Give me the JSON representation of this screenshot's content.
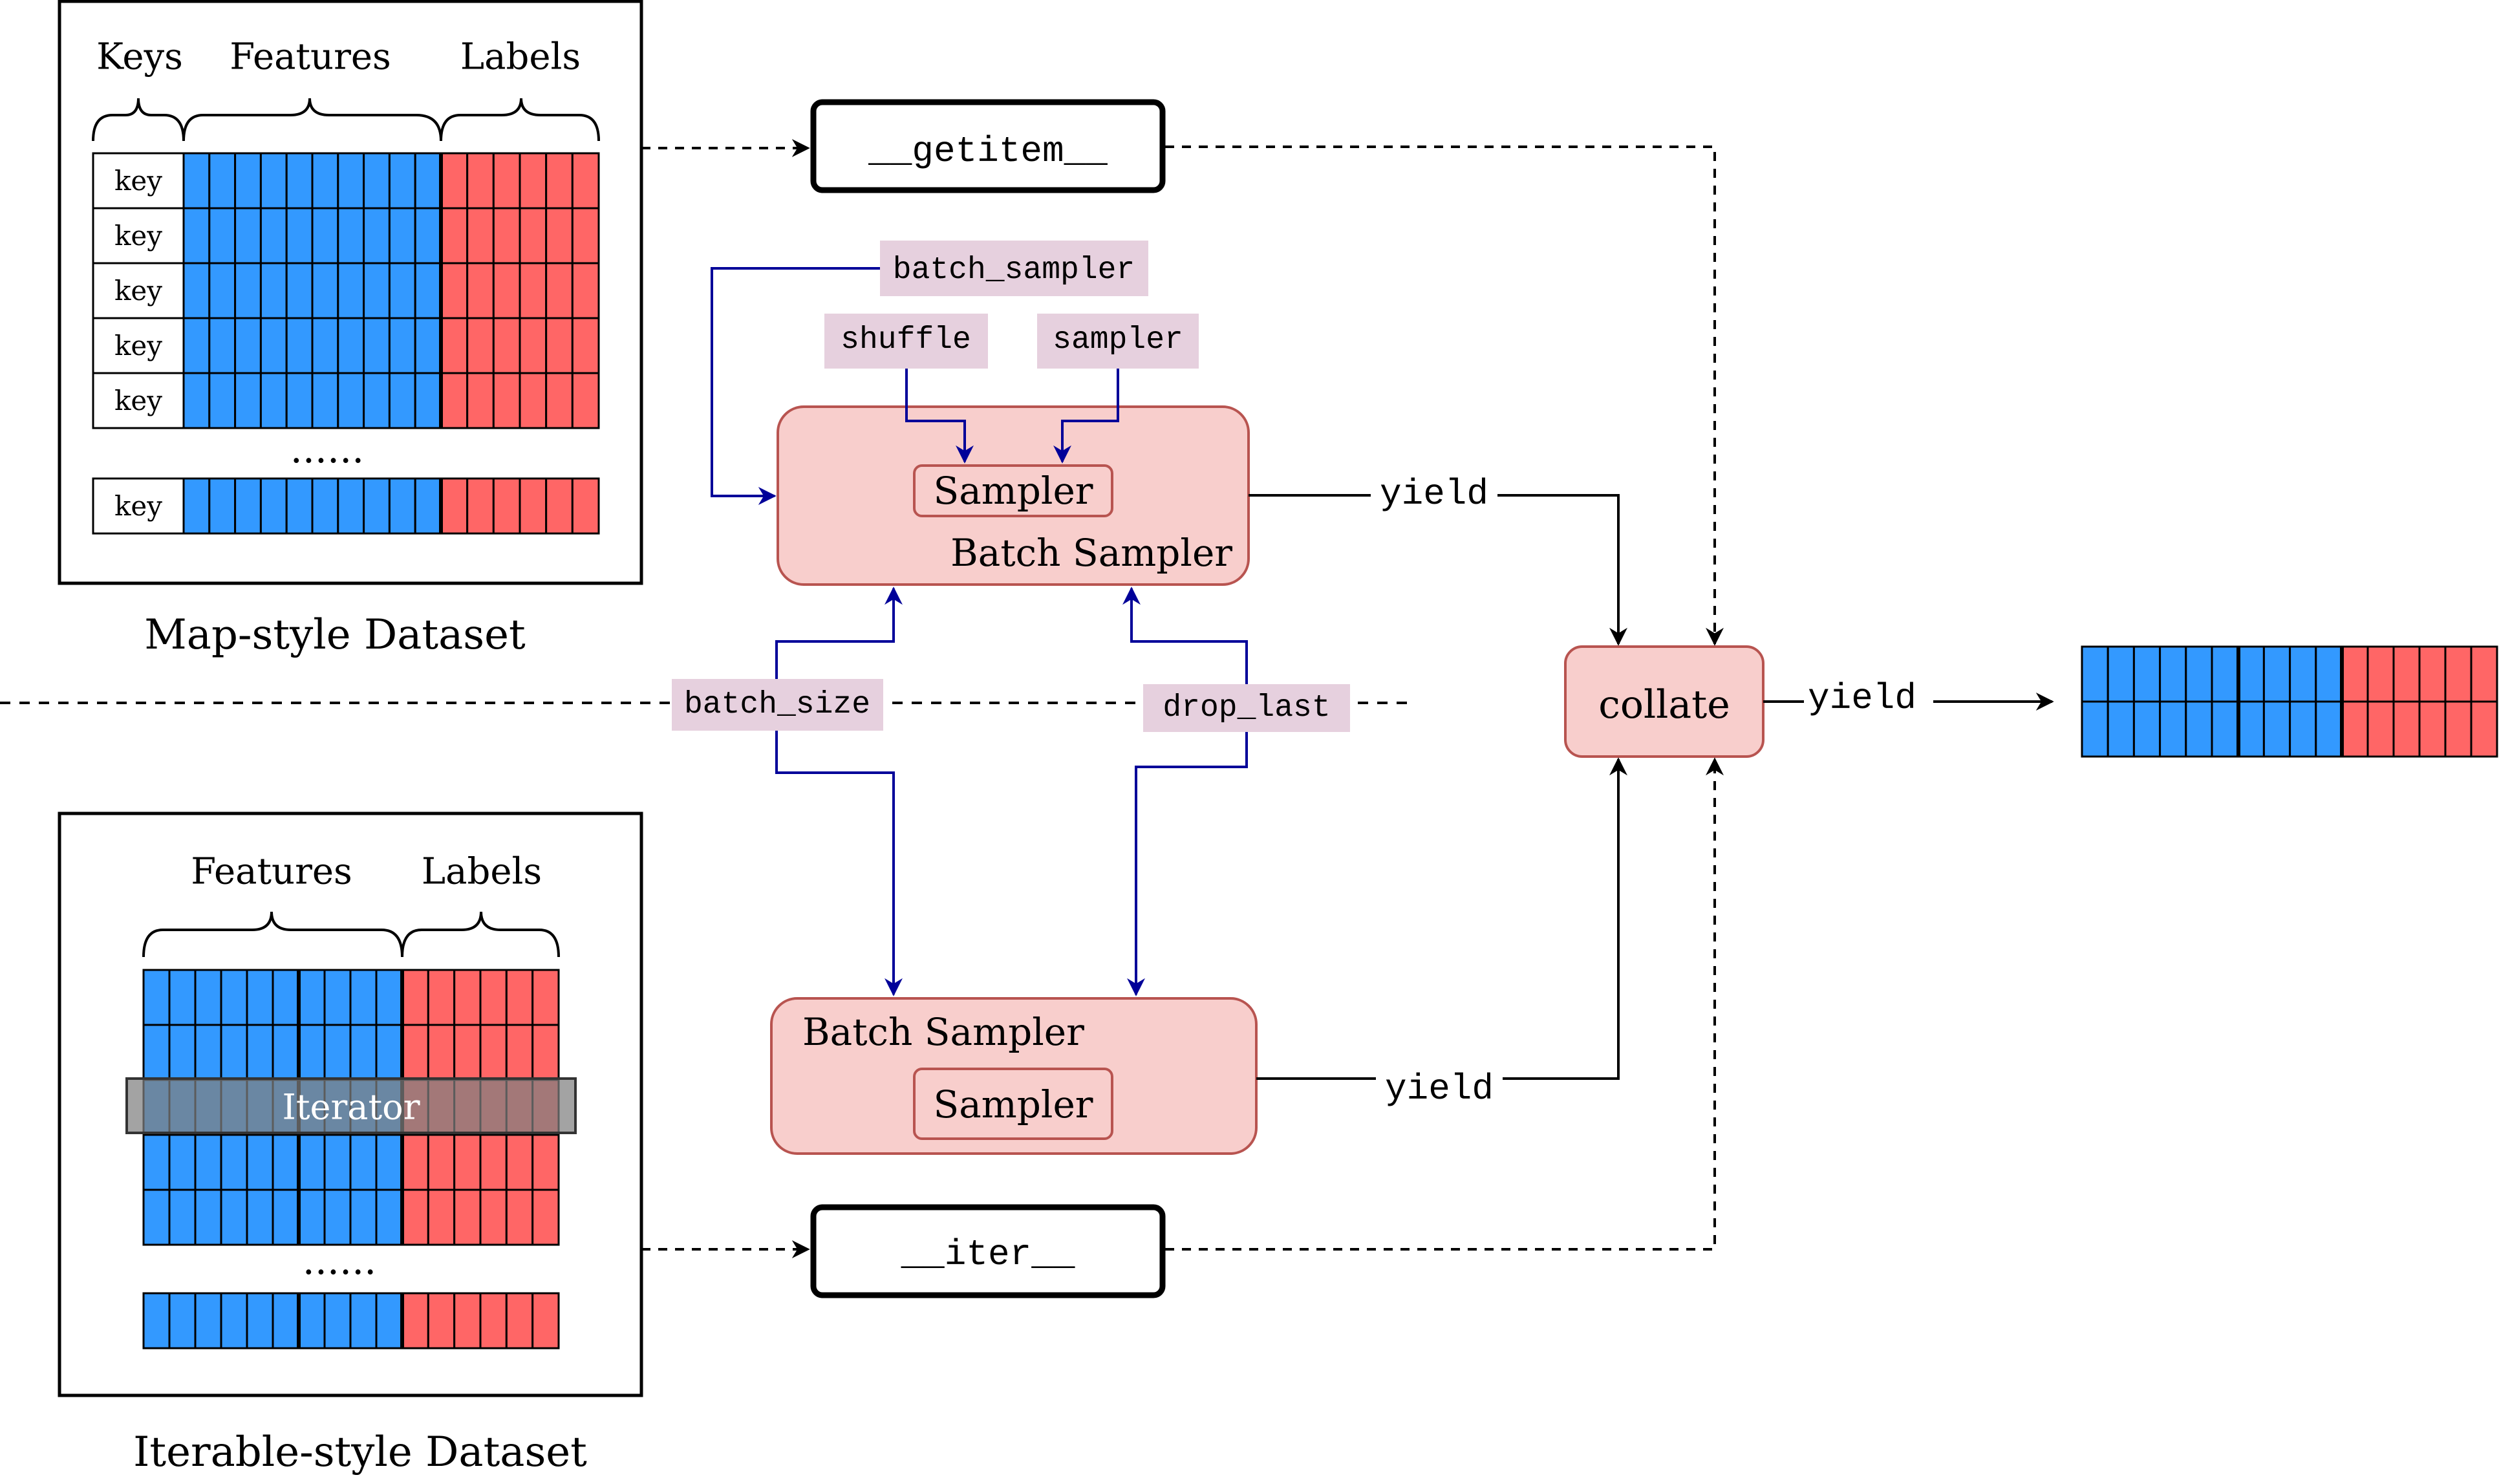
{
  "colors": {
    "feature_blue": "#3399ff",
    "label_red": "#ff6666",
    "sampler_fill": "#f8cecc",
    "sampler_stroke": "#b85450",
    "param_fill": "#e6d0de",
    "control_arrow": "#000099",
    "line_black": "#000000"
  },
  "map_dataset": {
    "title": "Map-style Dataset",
    "keys_header": "Keys",
    "features_header": "Features",
    "labels_header": "Labels",
    "key_cell": "key",
    "ellipsis": "......",
    "row_count": 5
  },
  "iterable_dataset": {
    "title": "Iterable-style Dataset",
    "features_header": "Features",
    "labels_header": "Labels",
    "iterator_label": "Iterator",
    "ellipsis": "......",
    "row_count": 5
  },
  "methods": {
    "getitem": "__getitem__",
    "iter": "__iter__"
  },
  "params": {
    "batch_sampler": "batch_sampler",
    "shuffle": "shuffle",
    "sampler": "sampler",
    "batch_size": "batch_size",
    "drop_last": "drop_last"
  },
  "batch_sampler_top": {
    "title": "Batch Sampler",
    "inner": "Sampler"
  },
  "batch_sampler_bottom": {
    "title": "Batch Sampler",
    "inner": "Sampler"
  },
  "collate": {
    "label": "collate"
  },
  "edge_labels": {
    "yield_top": "yield",
    "yield_bottom": "yield",
    "yield_output": "yield"
  },
  "output_batch": {
    "rows": 2
  },
  "icons": {
    "brace": "curly-brace-icon",
    "arrow": "arrowhead-icon"
  }
}
